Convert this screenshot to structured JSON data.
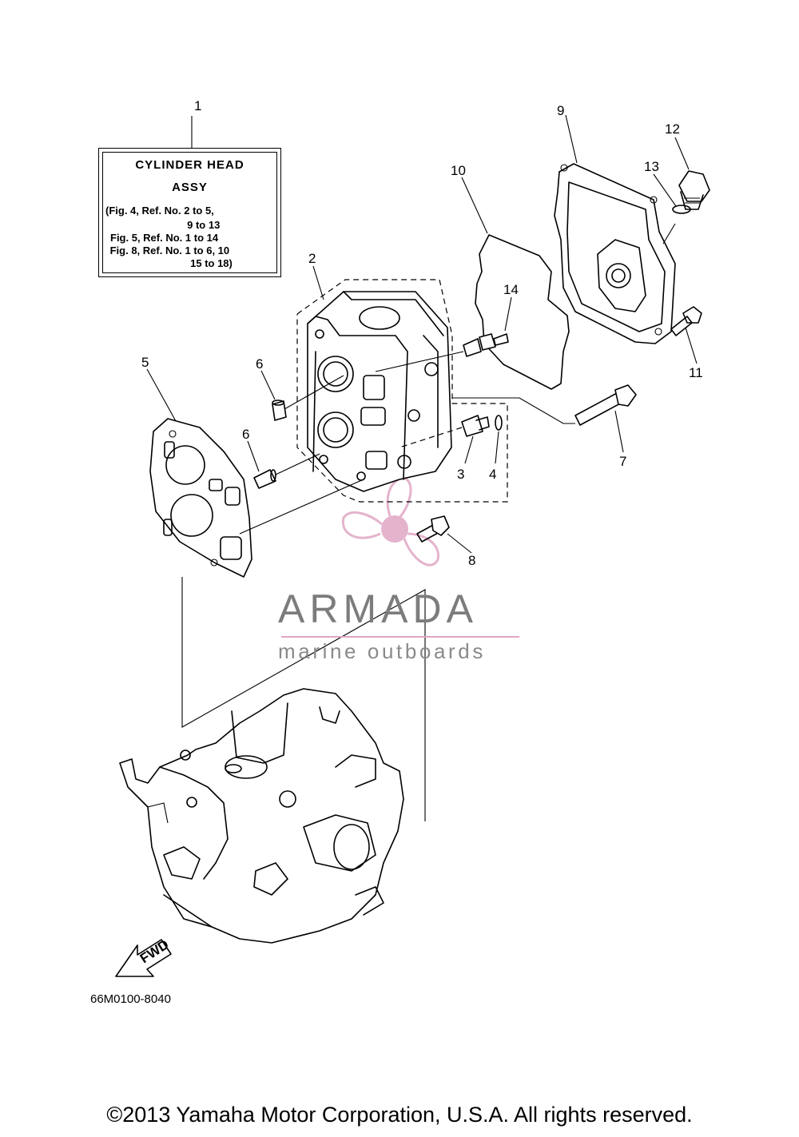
{
  "assy_label": {
    "title_1": "CYLINDER HEAD",
    "title_2": "ASSY",
    "lines": [
      "(Fig. 4, Ref. No. 2 to 5,",
      "          9 to 13",
      "Fig. 5, Ref. No. 1 to 14",
      " Fig. 8, Ref. No. 1 to 6, 10",
      "          15 to 18)"
    ]
  },
  "callouts": [
    "1",
    "2",
    "3",
    "4",
    "5",
    "6",
    "6",
    "7",
    "8",
    "9",
    "10",
    "11",
    "12",
    "13",
    "14"
  ],
  "fwd_label": "FWD",
  "drawing_code": "66M0100-8040",
  "watermark": {
    "brand": "ARMADA",
    "tagline": "marine outboards",
    "accent_color": "#e0a6c4",
    "text_color": "#7c7c7c"
  },
  "copyright": "©2013 Yamaha Motor Corporation, U.S.A. All rights reserved."
}
